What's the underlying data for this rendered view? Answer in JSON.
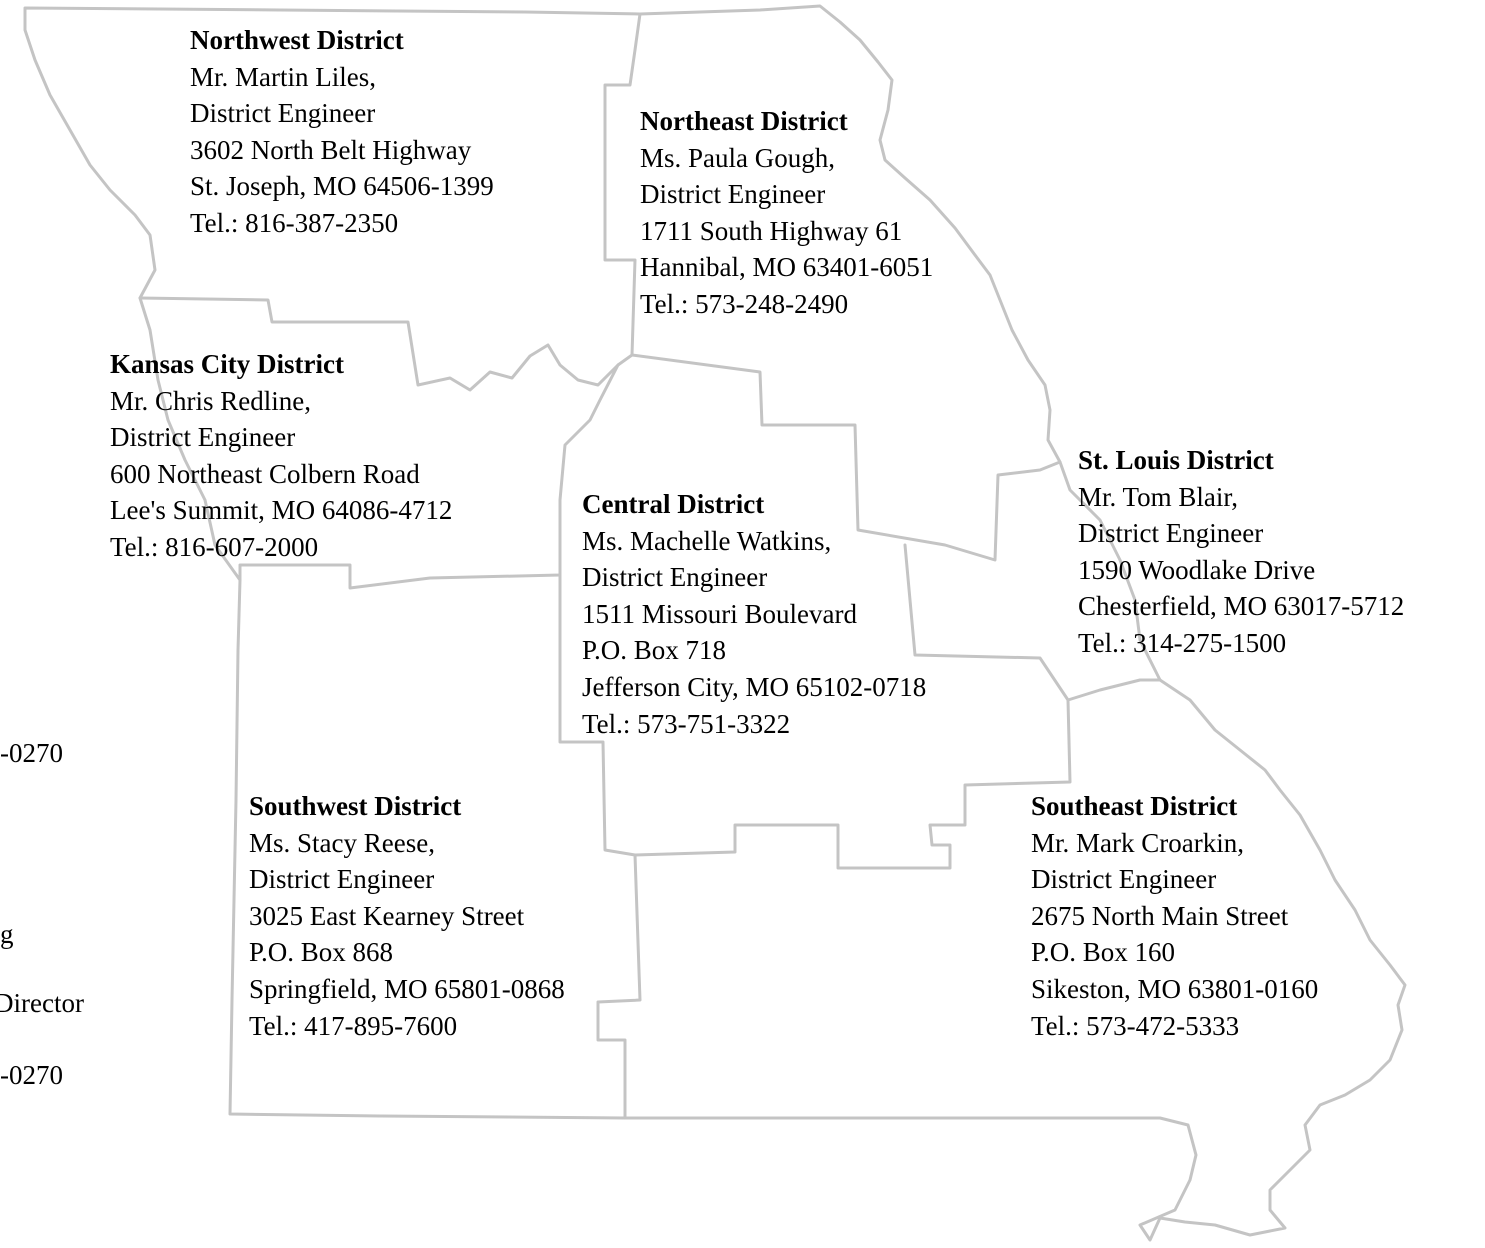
{
  "map": {
    "border_color": "#c4c4c4",
    "background": "#ffffff"
  },
  "districts": {
    "northwest": {
      "name": "Northwest District",
      "contact": "Mr. Martin Liles,",
      "title": "District Engineer",
      "address": "3602 North Belt Highway",
      "city": "St. Joseph, MO 64506-1399",
      "tel": "Tel.: 816-387-2350"
    },
    "northeast": {
      "name": "Northeast District",
      "contact": "Ms. Paula Gough,",
      "title": "District Engineer",
      "address": "1711 South Highway 61",
      "city": "Hannibal, MO 63401-6051",
      "tel": "Tel.: 573-248-2490"
    },
    "kansas_city": {
      "name": "Kansas City District",
      "contact": "Mr. Chris Redline,",
      "title": "District Engineer",
      "address": "600 Northeast Colbern Road",
      "city": "Lee's Summit, MO 64086-4712",
      "tel": "Tel.: 816-607-2000"
    },
    "central": {
      "name": "Central District",
      "contact": "Ms. Machelle Watkins,",
      "title": "District Engineer",
      "address": "1511 Missouri Boulevard",
      "po_box": "P.O. Box 718",
      "city": "Jefferson City, MO 65102-0718",
      "tel": "Tel.: 573-751-3322"
    },
    "st_louis": {
      "name": "St. Louis District",
      "contact": "Mr. Tom Blair,",
      "title": "District Engineer",
      "address": "1590 Woodlake Drive",
      "city": "Chesterfield, MO 63017-5712",
      "tel": "Tel.: 314-275-1500"
    },
    "southwest": {
      "name": "Southwest District",
      "contact": "Ms. Stacy Reese,",
      "title": "District Engineer",
      "address": "3025 East Kearney Street",
      "po_box": "P.O. Box 868",
      "city": "Springfield, MO 65801-0868",
      "tel": "Tel.: 417-895-7600"
    },
    "southeast": {
      "name": "Southeast District",
      "contact": "Mr. Mark Croarkin,",
      "title": "District Engineer",
      "address": "2675 North Main Street",
      "po_box": "P.O. Box 160",
      "city": "Sikeston, MO 63801-0160",
      "tel": "Tel.: 573-472-5333"
    }
  },
  "left_fragments": {
    "f1": "-0270",
    "f2": "g",
    "f3": "Director",
    "f4": "-0270"
  }
}
